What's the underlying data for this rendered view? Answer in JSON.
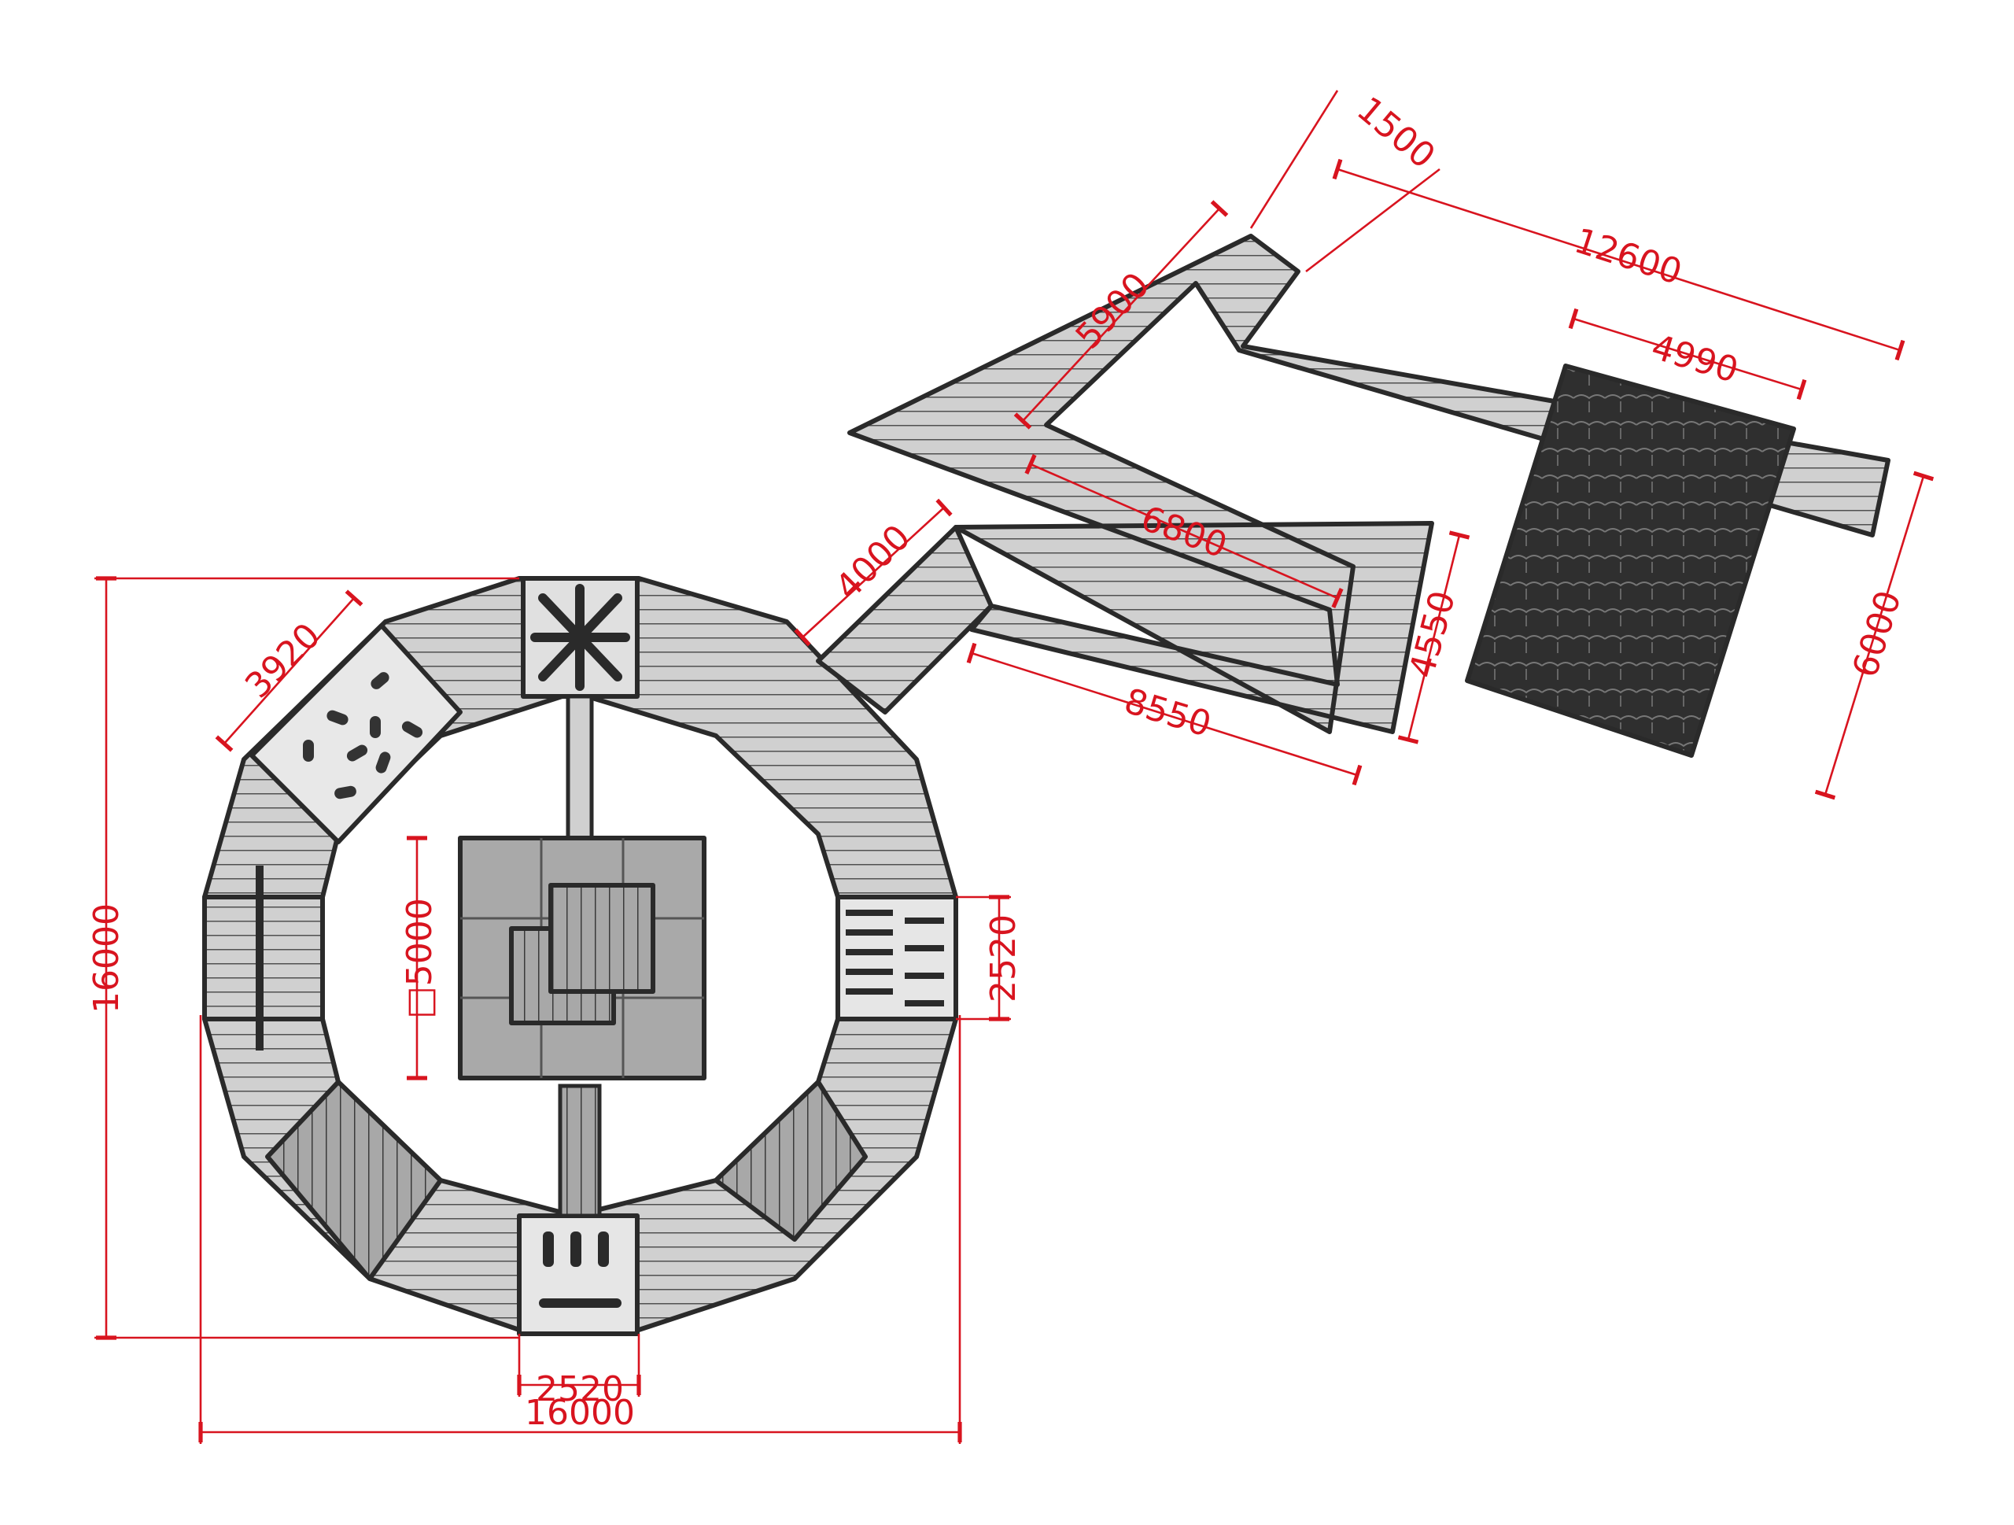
{
  "colors": {
    "dimension": "#d8141f",
    "outline": "#2a2a2a",
    "deck": "#c9c9c9",
    "deck_dark": "#9a9a9a",
    "rubber": "#2f2f2f",
    "platform": "#a9a9a9",
    "net_panel": "#e6e6e6"
  },
  "dimensions": {
    "overall_height": "16000",
    "overall_width": "16000",
    "bottom_module": "2520",
    "right_module": "2520",
    "center_square": "□5000",
    "net_panel": "3920",
    "link_bridge": "4000",
    "return_run": "8550",
    "right_end_height": "4550",
    "upper_run": "6800",
    "diagonal_ramp": "5900",
    "top_end": "1500",
    "top_run": "12600",
    "rubber_mat_width": "4990",
    "rubber_mat_height": "6000"
  }
}
